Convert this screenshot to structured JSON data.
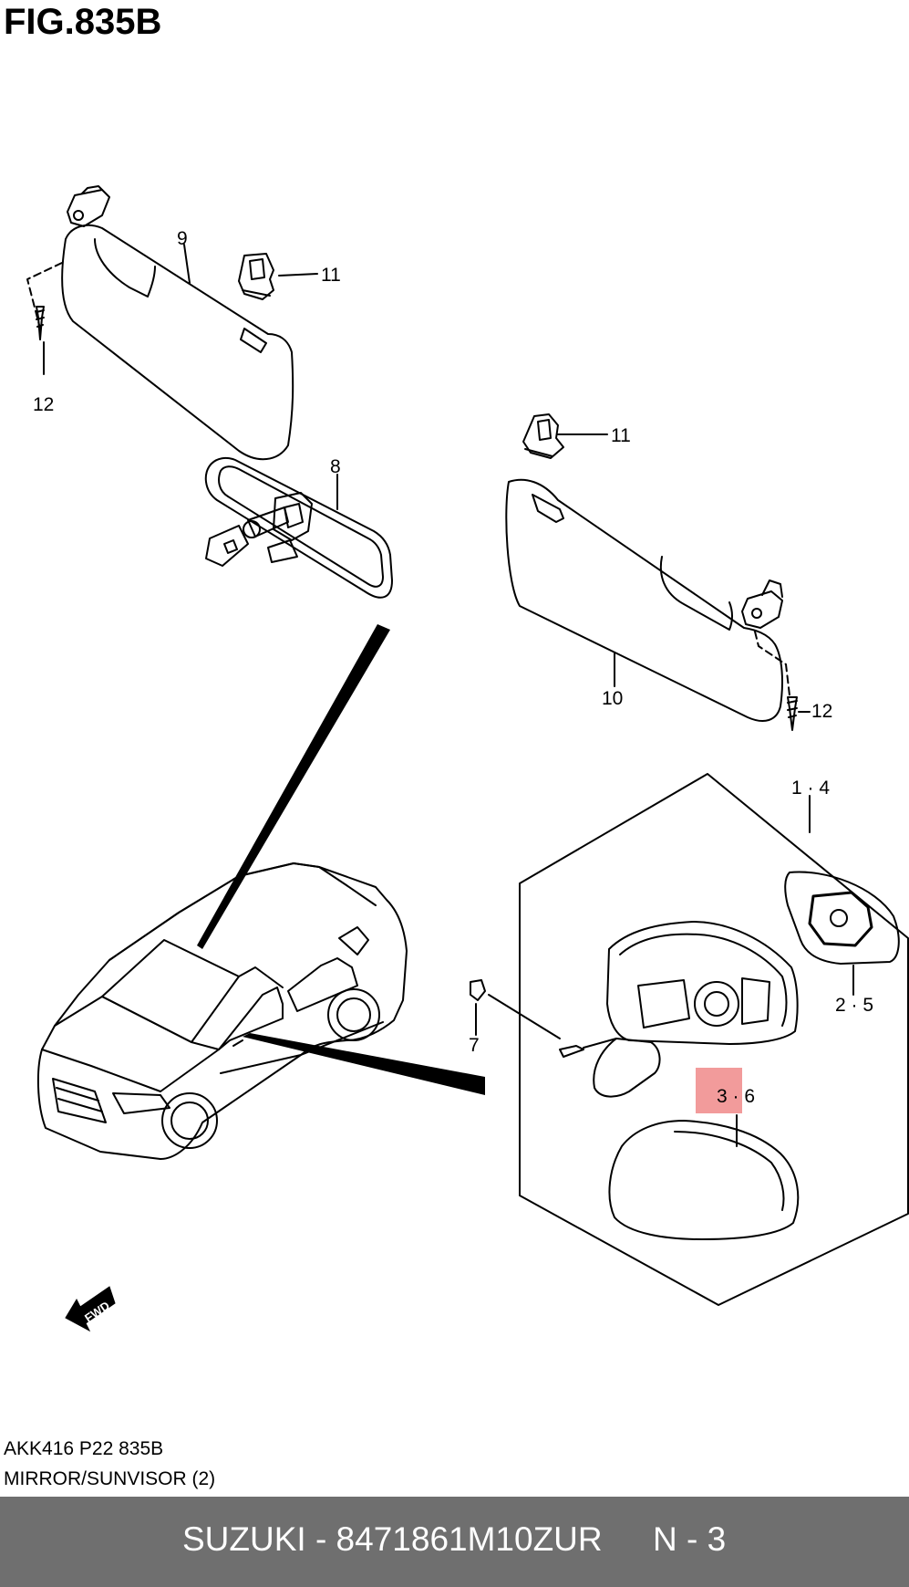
{
  "figure_title": "FIG.835B",
  "callouts": {
    "c9": "9",
    "c11a": "11",
    "c12a": "12",
    "c8": "8",
    "c11b": "11",
    "c10": "10",
    "c12b": "12",
    "c14": "1 · 4",
    "c25": "2 · 5",
    "c7": "7",
    "c36": "3 · 6"
  },
  "fwd_label": "FWD",
  "ref_code": "AKK416 P22 835B",
  "subtitle": "MIRROR/SUNVISOR (2)",
  "footer": {
    "part": "SUZUKI - 8471861M10ZUR",
    "page": "N - 3"
  },
  "colors": {
    "highlight": "#f08a8a",
    "footer_bg": "#6f6f6f",
    "line": "#000000"
  }
}
